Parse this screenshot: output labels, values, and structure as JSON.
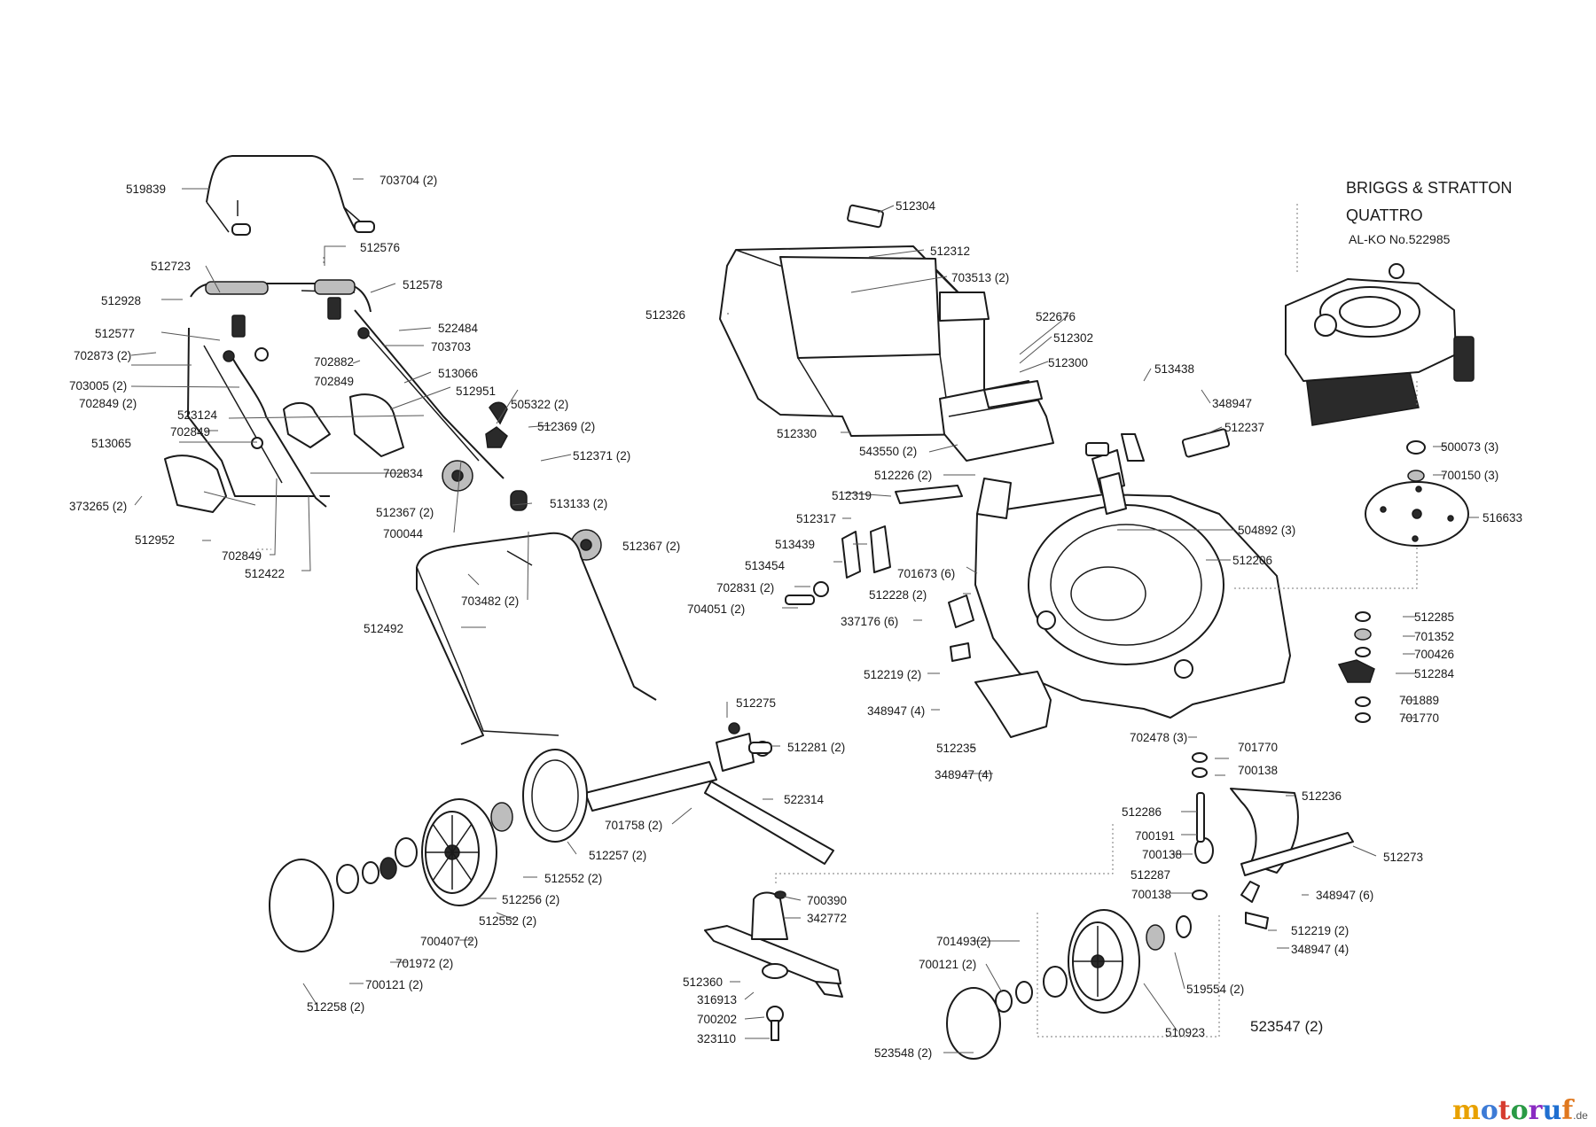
{
  "engine": {
    "brand_line": "BRIGGS & STRATTON",
    "model_line": "QUATTRO",
    "alko_line": "AL-KO No.522985"
  },
  "watermark": {
    "text": "motoruf",
    "suffix": ".de",
    "colors": [
      "#e8a100",
      "#3d7bd6",
      "#d63c2f",
      "#2a9a45",
      "#8a2bc2",
      "#1f6fd0",
      "#e0781e"
    ]
  },
  "labels": [
    "519839",
    "703704 (2)",
    "512576",
    "512723",
    "512578",
    "512928",
    "522484",
    "512577",
    "702873 (2)",
    "703703",
    "702882",
    "703005 (2)",
    "702849",
    "513066",
    "702849 (2)",
    "512951",
    "523124",
    "702849",
    "513065",
    "702834",
    "373265 (2)",
    "700044",
    "512367 (2)",
    "512952",
    "702849",
    "512422",
    "505322 (2)",
    "512369 (2)",
    "512371 (2)",
    "513133 (2)",
    "512367 (2)",
    "703482 (2)",
    "512492",
    "512304",
    "512312",
    "703513 (2)",
    "512326",
    "522676",
    "512302",
    "512300",
    "512330",
    "543550 (2)",
    "512226 (2)",
    "512319",
    "512317",
    "513439",
    "513454",
    "702831 (2)",
    "704051 (2)",
    "701673 (6)",
    "512228 (2)",
    "337176 (6)",
    "512219 (2)",
    "348947 (4)",
    "512235",
    "348947 (4)",
    "513438",
    "348947",
    "512237",
    "504892 (3)",
    "512206",
    "500073 (3)",
    "700150 (3)",
    "516633",
    "512285",
    "701352",
    "700426",
    "512284",
    "701889",
    "701770",
    "702478 (3)",
    "701770",
    "700138",
    "512236",
    "512286",
    "700191",
    "700138",
    "512287",
    "700138",
    "512273",
    "348947 (6)",
    "512219 (2)",
    "348947 (4)",
    "512275",
    "512281 (2)",
    "522314",
    "701758 (2)",
    "512257 (2)",
    "512552 (2)",
    "512256 (2)",
    "512552 (2)",
    "700407 (2)",
    "701972 (2)",
    "700121 (2)",
    "512258 (2)",
    "700390",
    "342772",
    "512360",
    "316913",
    "700202",
    "323110",
    "701493(2)",
    "700121 (2)",
    "519554 (2)",
    "510923",
    "523547 (2)",
    "523548 (2)"
  ]
}
